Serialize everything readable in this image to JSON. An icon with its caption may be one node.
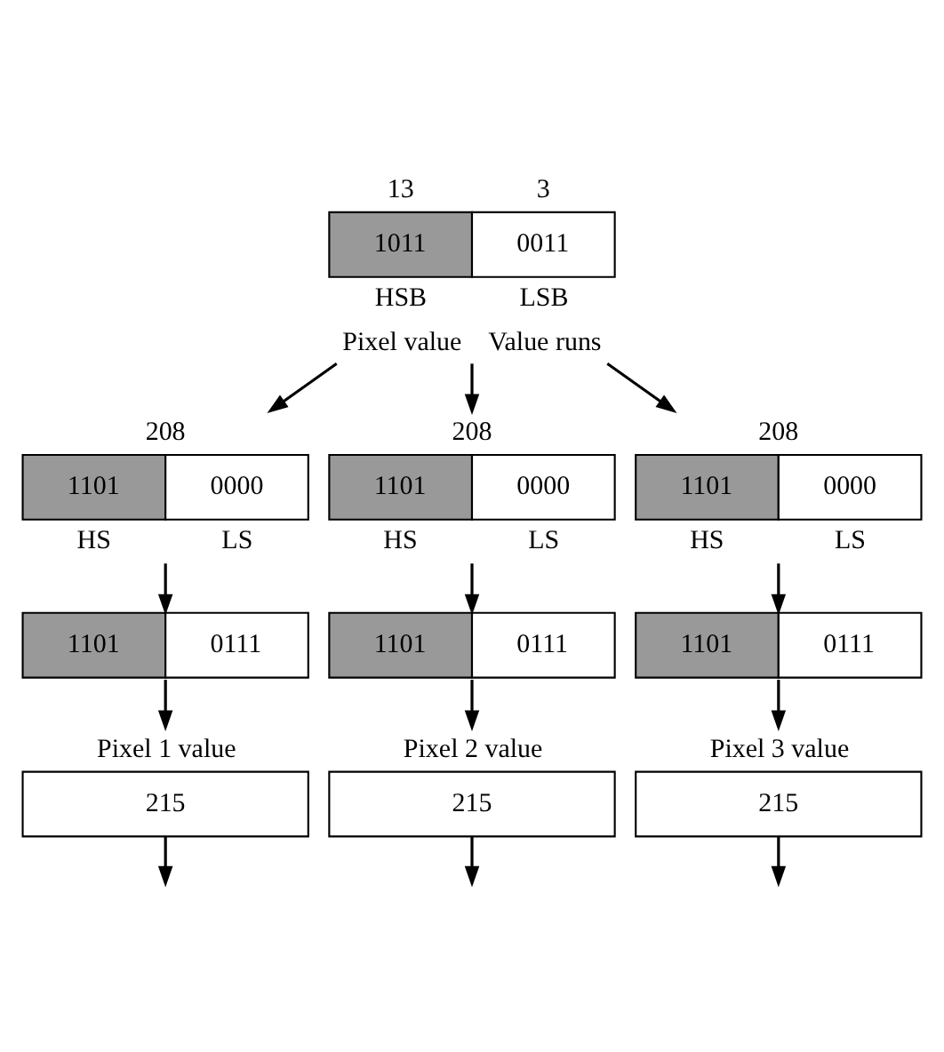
{
  "diagram": {
    "nodes": [
      {
        "text": [
          "1011",
          "0011"
        ],
        "beside": [
          "13",
          "3",
          "HSB",
          "LSB",
          "Pixel value",
          "Value runs"
        ]
      },
      {
        "text": [
          "1101",
          "0000"
        ],
        "beside": [
          "208",
          "HS",
          "LS"
        ]
      },
      {
        "text": [
          "1101",
          "0000"
        ],
        "beside": [
          "208",
          "HS",
          "LS"
        ]
      },
      {
        "text": [
          "1101",
          "0000"
        ],
        "beside": [
          "208",
          "HS",
          "LS"
        ]
      },
      {
        "text": [
          "1101",
          "0111"
        ]
      },
      {
        "text": [
          "1101",
          "0111"
        ]
      },
      {
        "text": [
          "1101",
          "0111"
        ]
      },
      {
        "text": [
          "215"
        ],
        "beside": [
          "Pixel 1 value"
        ]
      },
      {
        "text": [
          "215"
        ],
        "beside": [
          "Pixel 2 value"
        ]
      },
      {
        "text": [
          "215"
        ],
        "beside": [
          "Pixel 3 value"
        ]
      }
    ],
    "edges": [
      {
        "from": 0,
        "to": 1,
        "arrow": "to"
      },
      {
        "from": 0,
        "to": 2,
        "arrow": "to"
      },
      {
        "from": 0,
        "to": 3,
        "arrow": "to"
      },
      {
        "from": 1,
        "to": 4,
        "arrow": "to"
      },
      {
        "from": 2,
        "to": 5,
        "arrow": "to"
      },
      {
        "from": 3,
        "to": 6,
        "arrow": "to"
      },
      {
        "from": 4,
        "to": 7,
        "arrow": "to"
      },
      {
        "from": 5,
        "to": 8,
        "arrow": "to"
      },
      {
        "from": 6,
        "to": 9,
        "arrow": "to"
      },
      {
        "from": 7,
        "to": null,
        "arrow": "to"
      },
      {
        "from": 8,
        "to": null,
        "arrow": "to"
      },
      {
        "from": 9,
        "to": null,
        "arrow": "to"
      }
    ]
  }
}
